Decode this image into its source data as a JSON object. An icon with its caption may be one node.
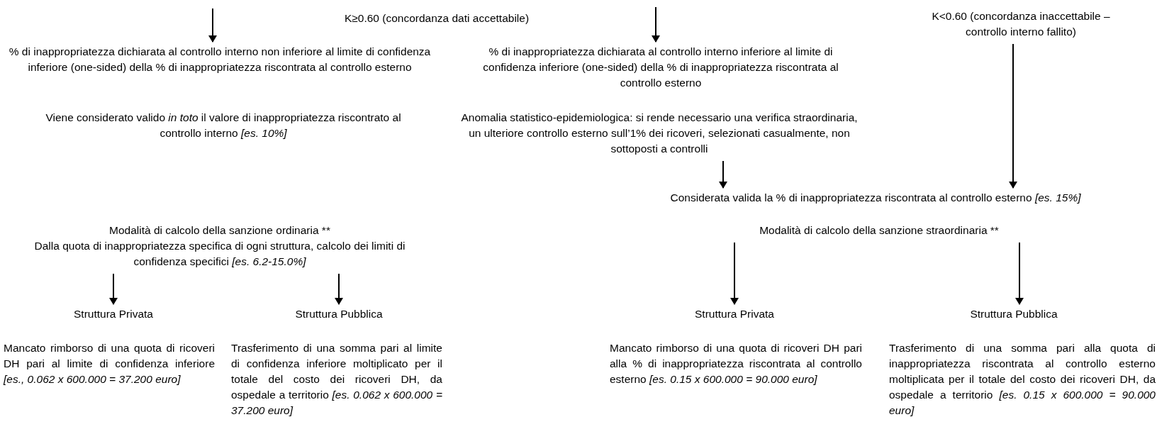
{
  "diagram": {
    "nodes": [
      {
        "text": [
          "% di inappropriatezza dichiarata al controllo interno non inferiore al limite di confidenza inferiore (one-sided) della % di inappropriatezza riscontrata al controllo esterno"
        ]
      },
      {
        "text": [
          "% di inappropriatezza dichiarata al controllo interno inferiore al limite di confidenza inferiore (one-sided) della % di inappropriatezza riscontrata al controllo esterno"
        ]
      },
      {
        "text": [
          "K<0.60 (concordanza inaccettabile – controllo interno fallito)"
        ]
      },
      {
        "text": [
          "Viene considerato valido *in toto* il valore di inappropriatezza riscontrato al controllo interno *[es. 10%]*"
        ]
      },
      {
        "text": [
          "Anomalia statistico-epidemiologica: si rende necessario una verifica straordinaria, un ulteriore controllo esterno sull’1% dei ricoveri, selezionati casualmente, non sottoposti a controlli"
        ]
      },
      {
        "text": [
          "Considerata valida la % di inappropriatezza riscontrata al controllo esterno *[es. 15%]*"
        ]
      },
      {
        "text": [
          "Modalità di calcolo della sanzione ordinaria **",
          "Dalla quota di inappropriatezza specifica di ogni struttura, calcolo dei limiti di confidenza specifici *[es. 6.2-15.0%]*"
        ]
      },
      {
        "text": [
          "Modalità di calcolo della sanzione straordinaria **"
        ]
      },
      {
        "text": [
          "Struttura Privata"
        ]
      },
      {
        "text": [
          "Struttura Pubblica"
        ]
      },
      {
        "text": [
          "Struttura Privata"
        ]
      },
      {
        "text": [
          "Struttura Pubblica"
        ]
      },
      {
        "text": [
          "Mancato rimborso di una quota di ricoveri DH pari al limite di confidenza inferiore *[es., 0.062 x 600.000 = 37.200 euro]*"
        ]
      },
      {
        "text": [
          "Trasferimento di una somma pari al limite di confidenza inferiore moltiplicato per il totale del costo dei ricoveri DH, da ospedale a territorio *[es. 0.062 x 600.000 = 37.200 euro]*"
        ]
      },
      {
        "text": [
          "Mancato rimborso di una quota di ricoveri DH pari alla % di inappropriatezza riscontrata al controllo esterno *[es. 0.15 x 600.000 = 90.000 euro]*"
        ]
      },
      {
        "text": [
          "Trasferimento di una somma pari alla quota di inappropriatezza riscontrata al controllo esterno moltiplicata per il totale del costo dei ricoveri DH, da ospedale a territorio *[es. 0.15 x 600.000 = 90.000 euro]*"
        ]
      }
    ],
    "edges": [
      {
        "from": null,
        "to": 0,
        "arrow": "to"
      },
      {
        "from": null,
        "to": 1,
        "arrow": "to"
      },
      {
        "from": 2,
        "to": 5,
        "arrow": "to"
      },
      {
        "from": 4,
        "to": 5,
        "arrow": "to"
      },
      {
        "from": 6,
        "to": 8,
        "arrow": "to"
      },
      {
        "from": 6,
        "to": 9,
        "arrow": "to"
      },
      {
        "from": 7,
        "to": 10,
        "arrow": "to"
      },
      {
        "from": 7,
        "to": 11,
        "arrow": "to"
      }
    ],
    "labels": [
      "K≥0.60 (concordanza dati accettabile)"
    ]
  }
}
